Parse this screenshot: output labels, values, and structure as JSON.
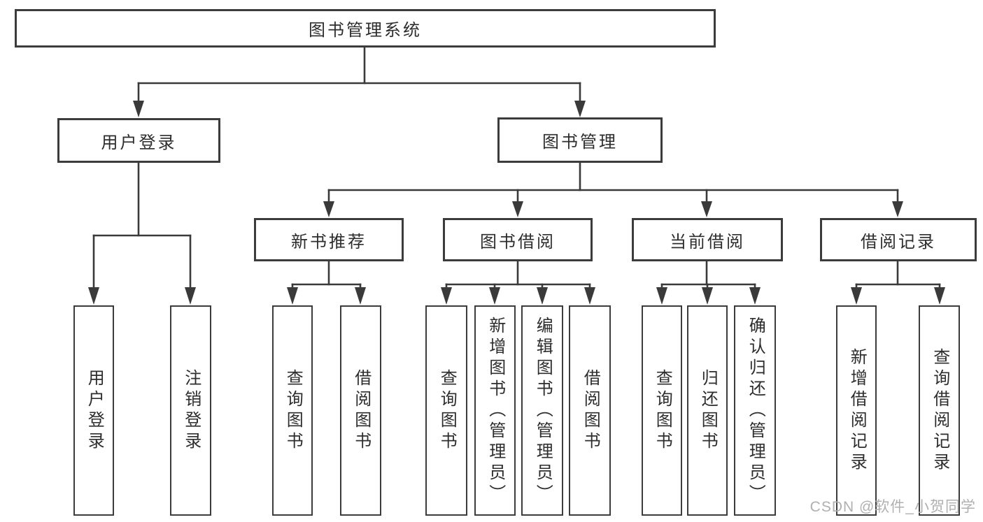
{
  "diagram": {
    "root": {
      "label": "图书管理系统"
    },
    "branches": [
      {
        "label": "用户登录",
        "children": [
          {
            "label": "用户登录"
          },
          {
            "label": "注销登录"
          }
        ]
      },
      {
        "label": "图书管理",
        "groups": [
          {
            "label": "新书推荐",
            "children": [
              {
                "label": "查询图书"
              },
              {
                "label": "借阅图书"
              }
            ]
          },
          {
            "label": "图书借阅",
            "children": [
              {
                "label": "查询图书"
              },
              {
                "label": "新增图书（管理员）"
              },
              {
                "label": "编辑图书（管理员）"
              },
              {
                "label": "借阅图书"
              }
            ]
          },
          {
            "label": "当前借阅",
            "children": [
              {
                "label": "查询图书"
              },
              {
                "label": "归还图书"
              },
              {
                "label": "确认归还（管理员）"
              }
            ]
          },
          {
            "label": "借阅记录",
            "children": [
              {
                "label": "新增借阅记录"
              },
              {
                "label": "查询借阅记录"
              }
            ]
          }
        ]
      }
    ]
  },
  "watermark": {
    "text": "CSDN @软件_小贺同学",
    "color": "#b0b0b0"
  },
  "colors": {
    "line": "#3a3a3a",
    "box_border": "#3c3c3c",
    "text": "#2d2d2d",
    "background": "#ffffff"
  }
}
